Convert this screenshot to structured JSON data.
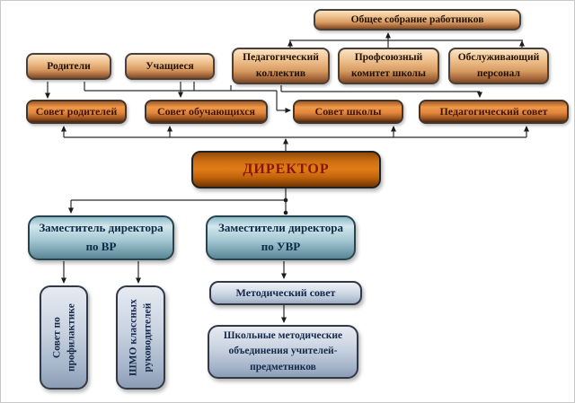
{
  "nodes": {
    "general_meeting": {
      "label": "Общее собрание работников"
    },
    "parents": {
      "label": "Родители"
    },
    "students": {
      "label": "Учащиеся"
    },
    "pedagogical_collective": {
      "label": "Педагогический коллектив"
    },
    "trade_union": {
      "label": "Профсоюзный комитет школы"
    },
    "service_staff": {
      "label": "Обслуживающий персонал"
    },
    "parents_council": {
      "label": "Совет родителей"
    },
    "students_council": {
      "label": "Совет обучающихся"
    },
    "school_council": {
      "label": "Совет школы"
    },
    "pedagogical_council": {
      "label": "Педагогический совет"
    },
    "director": {
      "label": "ДИРЕКТОР"
    },
    "deputy_vr": {
      "label": "Заместитель директора по ВР"
    },
    "deputy_uvr": {
      "label": "Заместители директора по УВР"
    },
    "prevention_council": {
      "label": "Совет по профилактике"
    },
    "shmo_class_teachers": {
      "label": "ШМО классных руководителей"
    },
    "methodical_council": {
      "label": "Методический совет"
    },
    "school_methodical_associations": {
      "label": "Школьные методические объединения учителей-предметников"
    }
  },
  "palette": {
    "peach_top": "#fae3c6",
    "peach_bottom": "#7e4a24",
    "orange_mid": "#e2873c",
    "orange_dark": "#4f250c",
    "director_orange": "#e07d18",
    "director_text": "#8b1503",
    "teal_light": "#d3e7ed",
    "teal_dark": "#5b8493",
    "grayblue_light": "#e6ebf2",
    "grayblue_dark": "#8b9cb4",
    "navy_text": "#0c2a45",
    "maroon_text": "#401204",
    "line": "#2b2b2b",
    "background": "#ffffff"
  }
}
